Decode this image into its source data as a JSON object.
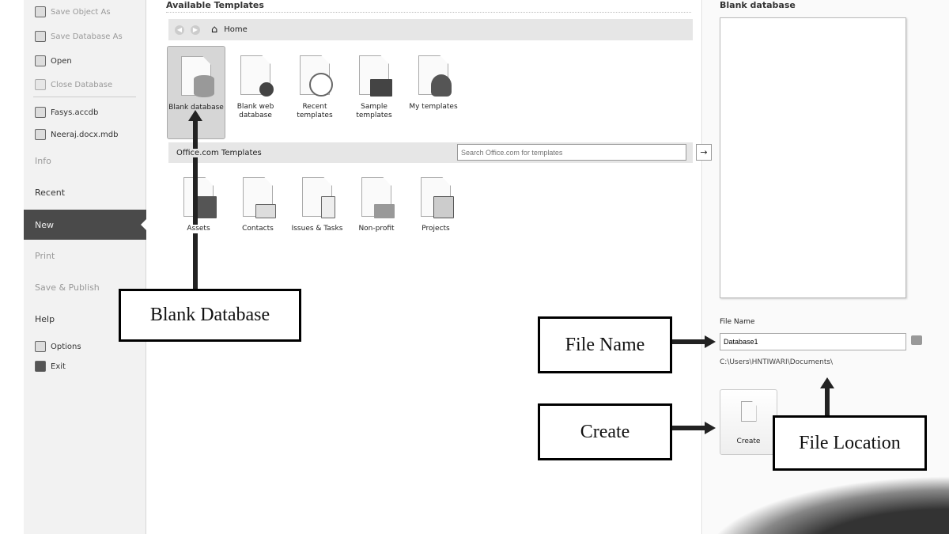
{
  "sidebar": {
    "items": [
      {
        "label": "Save Object As",
        "icon": "save-object-icon",
        "state": "dim"
      },
      {
        "label": "Save Database As",
        "icon": "save-database-icon",
        "state": "dim"
      },
      {
        "label": "Open",
        "icon": "open-folder-icon",
        "state": "normal"
      },
      {
        "label": "Close Database",
        "icon": "close-database-icon",
        "state": "dim"
      },
      {
        "label": "Fasys.accdb",
        "icon": "access-file-icon",
        "state": "normal"
      },
      {
        "label": "Neeraj.docx.mdb",
        "icon": "access-file-icon",
        "state": "normal"
      },
      {
        "label": "Info",
        "state": "dim"
      },
      {
        "label": "Recent",
        "state": "normal"
      },
      {
        "label": "New",
        "state": "selected"
      },
      {
        "label": "Print",
        "state": "dim"
      },
      {
        "label": "Save & Publish",
        "state": "dim"
      },
      {
        "label": "Help",
        "state": "normal"
      },
      {
        "label": "Options",
        "icon": "options-icon",
        "state": "normal"
      },
      {
        "label": "Exit",
        "icon": "exit-icon",
        "state": "normal"
      }
    ]
  },
  "main": {
    "title": "Available Templates",
    "nav": {
      "home": "Home"
    },
    "templates": [
      {
        "label": "Blank database"
      },
      {
        "label": "Blank web database"
      },
      {
        "label": "Recent templates"
      },
      {
        "label": "Sample templates"
      },
      {
        "label": "My templates"
      }
    ],
    "office_section": "Office.com Templates",
    "search_placeholder": "Search Office.com for templates",
    "office_templates": [
      {
        "label": "Assets"
      },
      {
        "label": "Contacts"
      },
      {
        "label": "Issues & Tasks"
      },
      {
        "label": "Non-profit"
      },
      {
        "label": "Projects"
      }
    ]
  },
  "right": {
    "title": "Blank database",
    "file_name_label": "File Name",
    "file_name_value": "Database1",
    "path": "C:\\Users\\HNTIWARI\\Documents\\",
    "create_label": "Create"
  },
  "annotations": {
    "blank_database": "Blank Database",
    "file_name": "File Name",
    "create": "Create",
    "file_location": "File Location"
  }
}
